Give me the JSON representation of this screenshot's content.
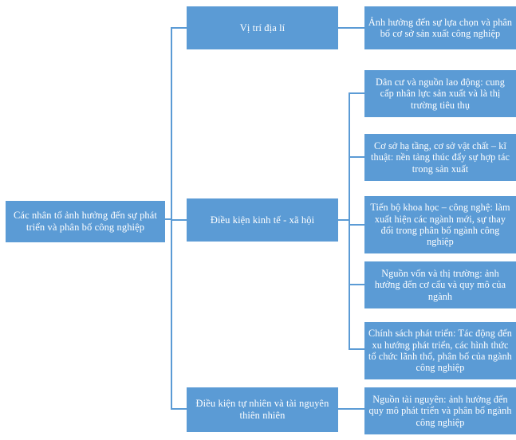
{
  "diagram": {
    "title": "Các nhân tố ảnh hưởng đến sự phát triển và phân bố công nghiệp",
    "type": "hierarchy-tree",
    "orientation": "left-to-right",
    "colors": {
      "node_fill": "#5B9BD5",
      "node_text": "#FFFFFF",
      "connector": "#5B9BD5",
      "background": "#FFFFFF"
    },
    "root": {
      "label": "Các nhân tố ảnh hưởng đến sự phát triển và phân bố công nghiệp"
    },
    "branches": [
      {
        "label": "Vị trí địa lí",
        "children": [
          {
            "label": "Ảnh hưởng đến sự lựa chọn và phân bố cơ sở sản xuất công nghiệp"
          }
        ]
      },
      {
        "label": "Điều kiện kinh tế - xã hội",
        "children": [
          {
            "label": "Dân cư và nguồn lao động: cung cấp nhân lực sản xuất và là thị trường tiêu thụ"
          },
          {
            "label": "Cơ sở hạ tầng, cơ sở vật chất – kĩ thuật: nền tảng thúc đẩy sự hợp tác trong sản xuất"
          },
          {
            "label": "Tiến bộ khoa học – công nghệ: làm xuất hiện các ngành mới, sự thay đổi trong phân bố ngành công nghiệp"
          },
          {
            "label": "Nguồn vốn và thị trường: ảnh hưởng đến cơ cấu và quy mô của ngành"
          },
          {
            "label": "Chính sách phát triển: Tác động đến xu hướng phát triển, các hình thức tổ chức lãnh thổ, phân bố của ngành công nghiệp"
          }
        ]
      },
      {
        "label": "Điều kiện tự nhiên và tài nguyên thiên nhiên",
        "children": [
          {
            "label": "Nguồn tài nguyên: ảnh hưởng đến quy mô phát triển và phân bố ngành công nghiệp"
          }
        ]
      }
    ]
  }
}
